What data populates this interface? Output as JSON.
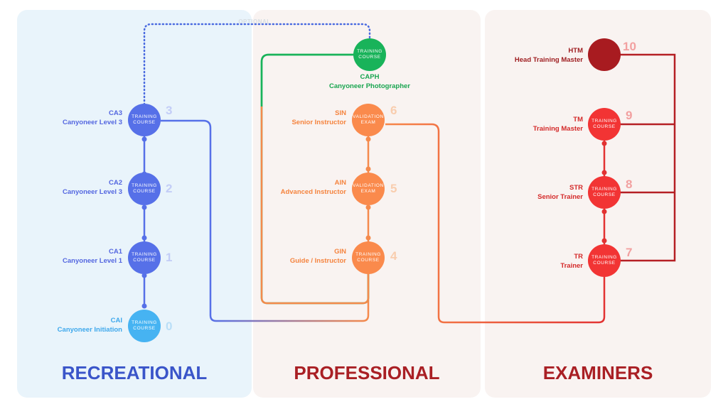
{
  "optional_label": "OPTIONAL",
  "sections": {
    "recreational": "RECREATIONAL",
    "professional": "PROFESSIONAL",
    "examiners": "EXAMINERS"
  },
  "levels": {
    "cai": {
      "code": "CAI",
      "name": "Canyoneer Initiation",
      "level": "0",
      "badge": [
        "TRAINING",
        "COURSE"
      ]
    },
    "ca1": {
      "code": "CA1",
      "name": "Canyoneer Level 1",
      "level": "1",
      "badge": [
        "TRAINING",
        "COURSE"
      ]
    },
    "ca2": {
      "code": "CA2",
      "name": "Canyoneer Level 3",
      "level": "2",
      "badge": [
        "TRAINING",
        "COURSE"
      ]
    },
    "ca3": {
      "code": "CA3",
      "name": "Canyoneer Level 3",
      "level": "3",
      "badge": [
        "TRAINING",
        "COURSE"
      ]
    },
    "gin": {
      "code": "GIN",
      "name": "Guide / Instructor",
      "level": "4",
      "badge": [
        "TRAINING",
        "COURSE"
      ]
    },
    "ain": {
      "code": "AIN",
      "name": "Advanced Instructor",
      "level": "5",
      "badge": [
        "VALIDATION",
        "EXAM"
      ]
    },
    "sin": {
      "code": "SIN",
      "name": "Senior Instructor",
      "level": "6",
      "badge": [
        "VALIDATION",
        "EXAM"
      ]
    },
    "caph": {
      "code": "CAPH",
      "name": "Canyoneer Photographer",
      "badge": [
        "TRAINING",
        "COURSE"
      ]
    },
    "tr": {
      "code": "TR",
      "name": "Trainer",
      "level": "7",
      "badge": [
        "TRAINING",
        "COURSE"
      ]
    },
    "str": {
      "code": "STR",
      "name": "Senior Trainer",
      "level": "8",
      "badge": [
        "TRAINING",
        "COURSE"
      ]
    },
    "tm": {
      "code": "TM",
      "name": "Training Master",
      "level": "9",
      "badge": [
        "TRAINING",
        "COURSE"
      ]
    },
    "htm": {
      "code": "HTM",
      "name": "Head Training Master",
      "level": "10"
    }
  },
  "colors": {
    "recreational": "#5670e8",
    "initiation": "#46b3f2",
    "photographer": "#19b35a",
    "professional": "#fa8a4c",
    "examiners": "#f23434",
    "head": "#a81b20",
    "heading_blue": "#3a55c9",
    "heading_red": "#a91f24"
  }
}
